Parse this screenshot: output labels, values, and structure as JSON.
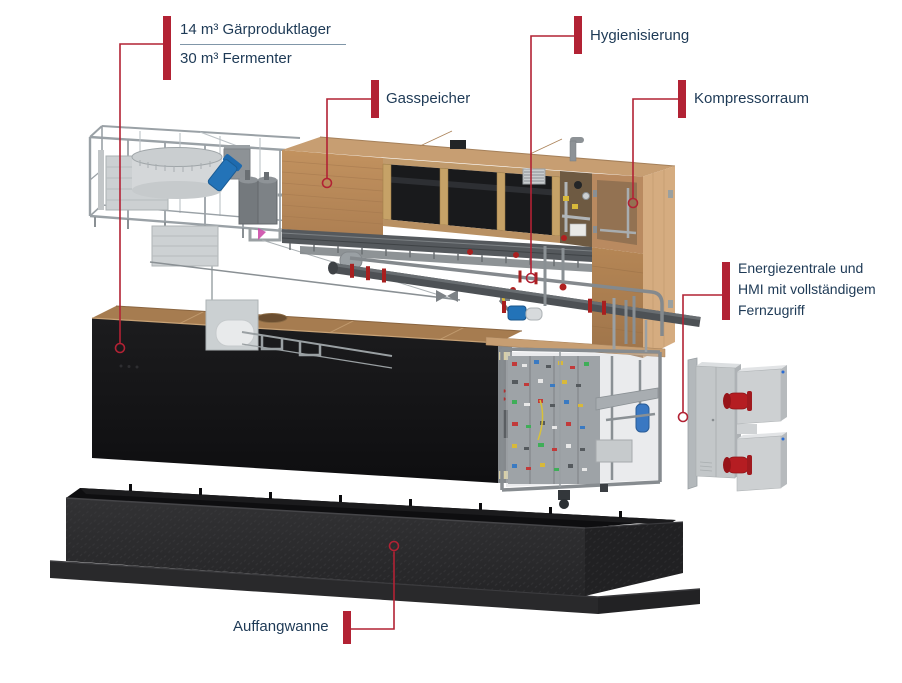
{
  "palette": {
    "accent_red": "#b22234",
    "label_text": "#1e3a56",
    "divider_line": "#8096a8",
    "background": "#ffffff"
  },
  "labels": {
    "storage_fermenter": {
      "line1": "14 m³ Gärproduktlager",
      "line2": "30 m³ Fermenter"
    },
    "gasspeicher": {
      "text": "Gasspeicher"
    },
    "hygienisierung": {
      "text": "Hygienisierung"
    },
    "kompressorraum": {
      "text": "Kompressorraum"
    },
    "energiezentrale": {
      "lines": [
        "Energiezentrale und",
        "HMI mit vollständigem",
        "Fernzugriff"
      ]
    },
    "auffangwanne": {
      "text": "Auffangwanne"
    }
  }
}
